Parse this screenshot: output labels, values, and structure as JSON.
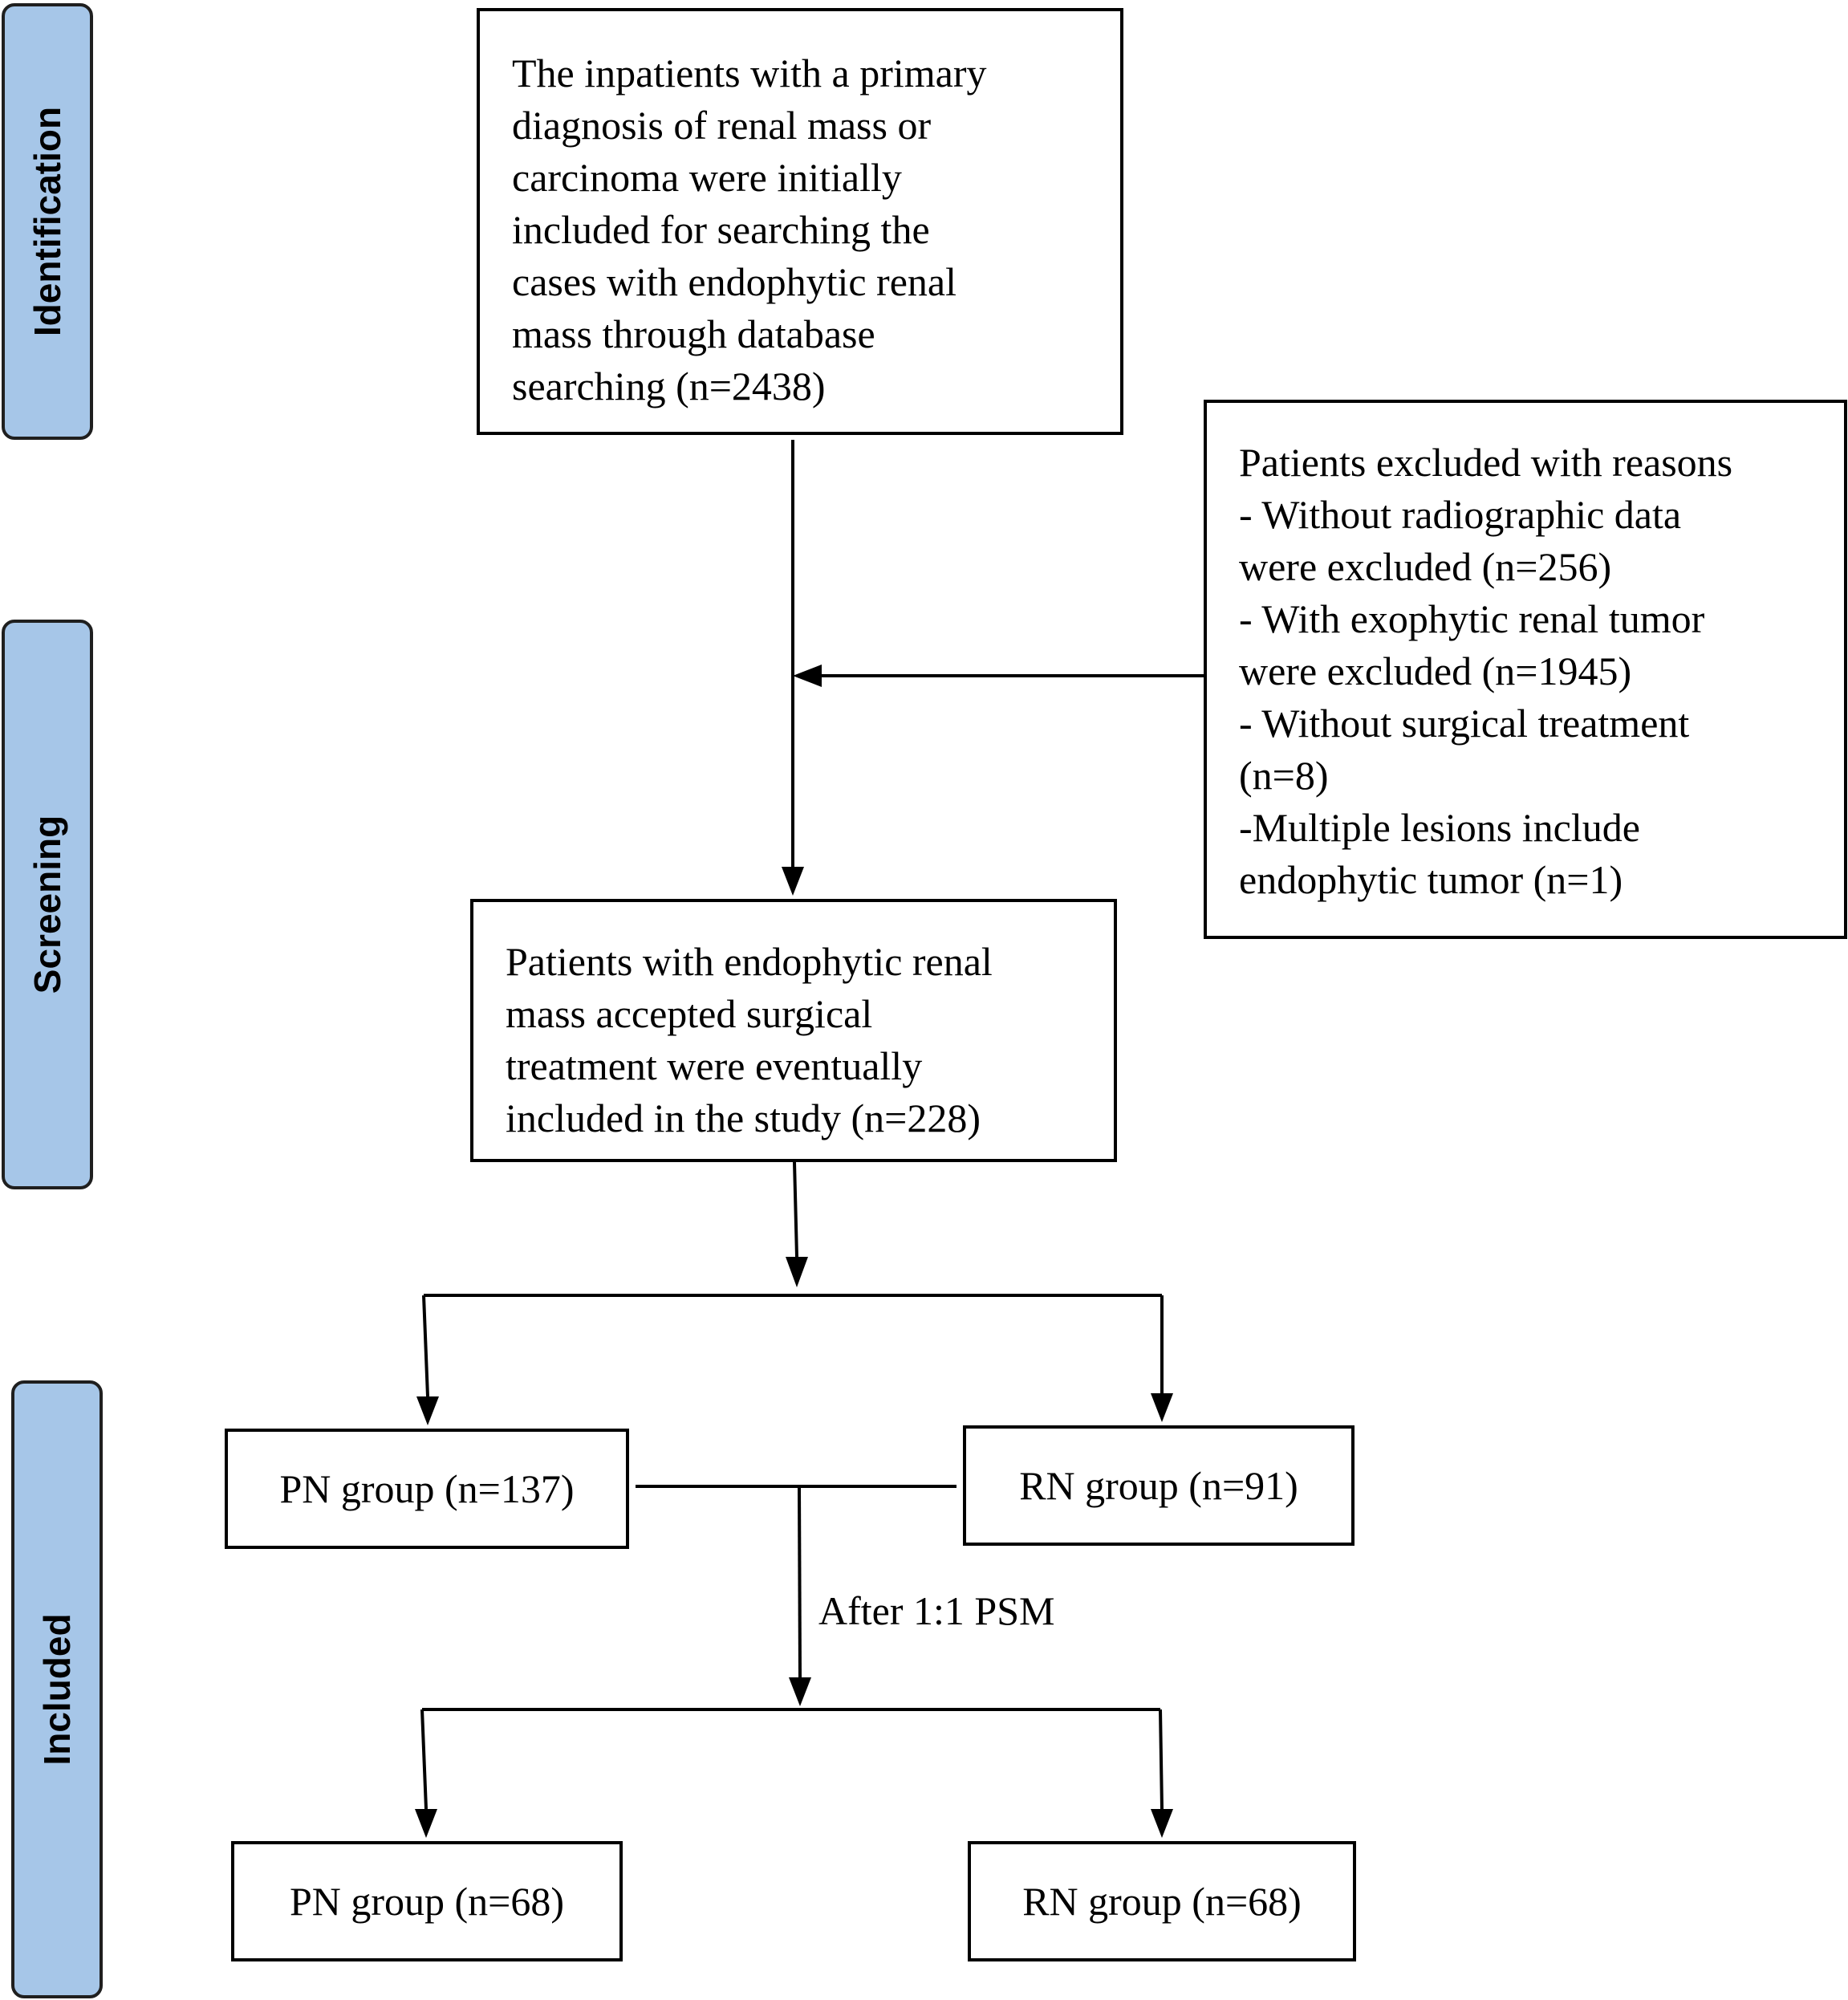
{
  "phases": {
    "identification": "Identification",
    "screening": "Screening",
    "included": "Included"
  },
  "boxes": {
    "initial": {
      "lines": [
        "The inpatients with a primary",
        "diagnosis of renal mass or",
        "carcinoma were initially",
        "included for searching the",
        "cases with endophytic renal",
        "mass through database",
        "searching (n=2438)"
      ]
    },
    "excluded": {
      "lines": [
        "Patients excluded with reasons",
        "- Without radiographic data",
        "were excluded (n=256)",
        "- With exophytic renal tumor",
        "were excluded (n=1945)",
        "- Without surgical treatment",
        "(n=8)",
        "-Multiple lesions include",
        "endophytic tumor (n=1)"
      ]
    },
    "eligible": {
      "lines": [
        "Patients with endophytic renal",
        "mass accepted surgical",
        "treatment were eventually",
        "included in the study (n=228)"
      ]
    },
    "pn_before": "PN group (n=137)",
    "rn_before": "RN group (n=91)",
    "psm_label": "After 1:1 PSM",
    "pn_after": "PN group (n=68)",
    "rn_after": "RN group (n=68)"
  },
  "colors": {
    "phase_fill": "#a6c6e8",
    "phase_border": "#1f1f1f",
    "line": "#000000"
  }
}
